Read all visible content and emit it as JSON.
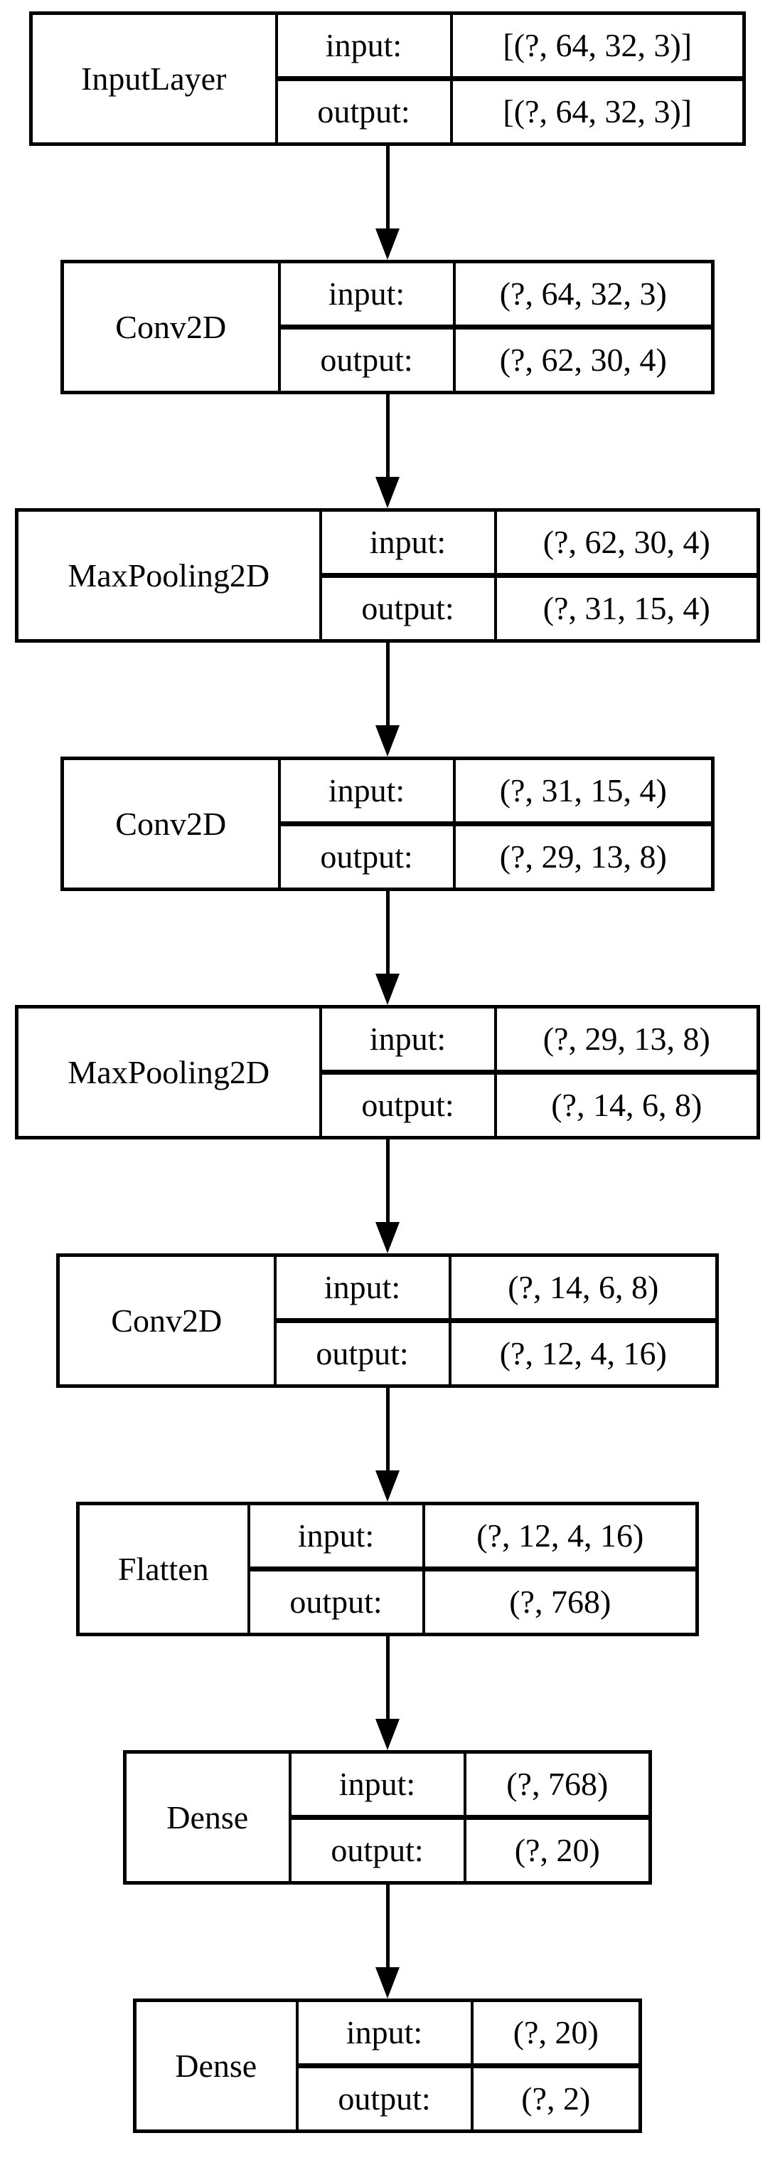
{
  "labels": {
    "input": "input:",
    "output": "output:"
  },
  "colors": {
    "stroke": "#000000",
    "background": "#ffffff"
  },
  "layers": [
    {
      "name": "InputLayer",
      "input_shape": "[(?, 64, 32, 3)]",
      "output_shape": "[(?, 64, 32, 3)]"
    },
    {
      "name": "Conv2D",
      "input_shape": "(?, 64, 32, 3)",
      "output_shape": "(?, 62, 30, 4)"
    },
    {
      "name": "MaxPooling2D",
      "input_shape": "(?, 62, 30, 4)",
      "output_shape": "(?, 31, 15, 4)"
    },
    {
      "name": "Conv2D",
      "input_shape": "(?, 31, 15, 4)",
      "output_shape": "(?, 29, 13, 8)"
    },
    {
      "name": "MaxPooling2D",
      "input_shape": "(?, 29, 13, 8)",
      "output_shape": "(?, 14, 6, 8)"
    },
    {
      "name": "Conv2D",
      "input_shape": "(?, 14, 6, 8)",
      "output_shape": "(?, 12, 4, 16)"
    },
    {
      "name": "Flatten",
      "input_shape": "(?, 12, 4, 16)",
      "output_shape": "(?, 768)"
    },
    {
      "name": "Dense",
      "input_shape": "(?, 768)",
      "output_shape": "(?, 20)"
    },
    {
      "name": "Dense",
      "input_shape": "(?, 20)",
      "output_shape": "(?, 2)"
    }
  ]
}
